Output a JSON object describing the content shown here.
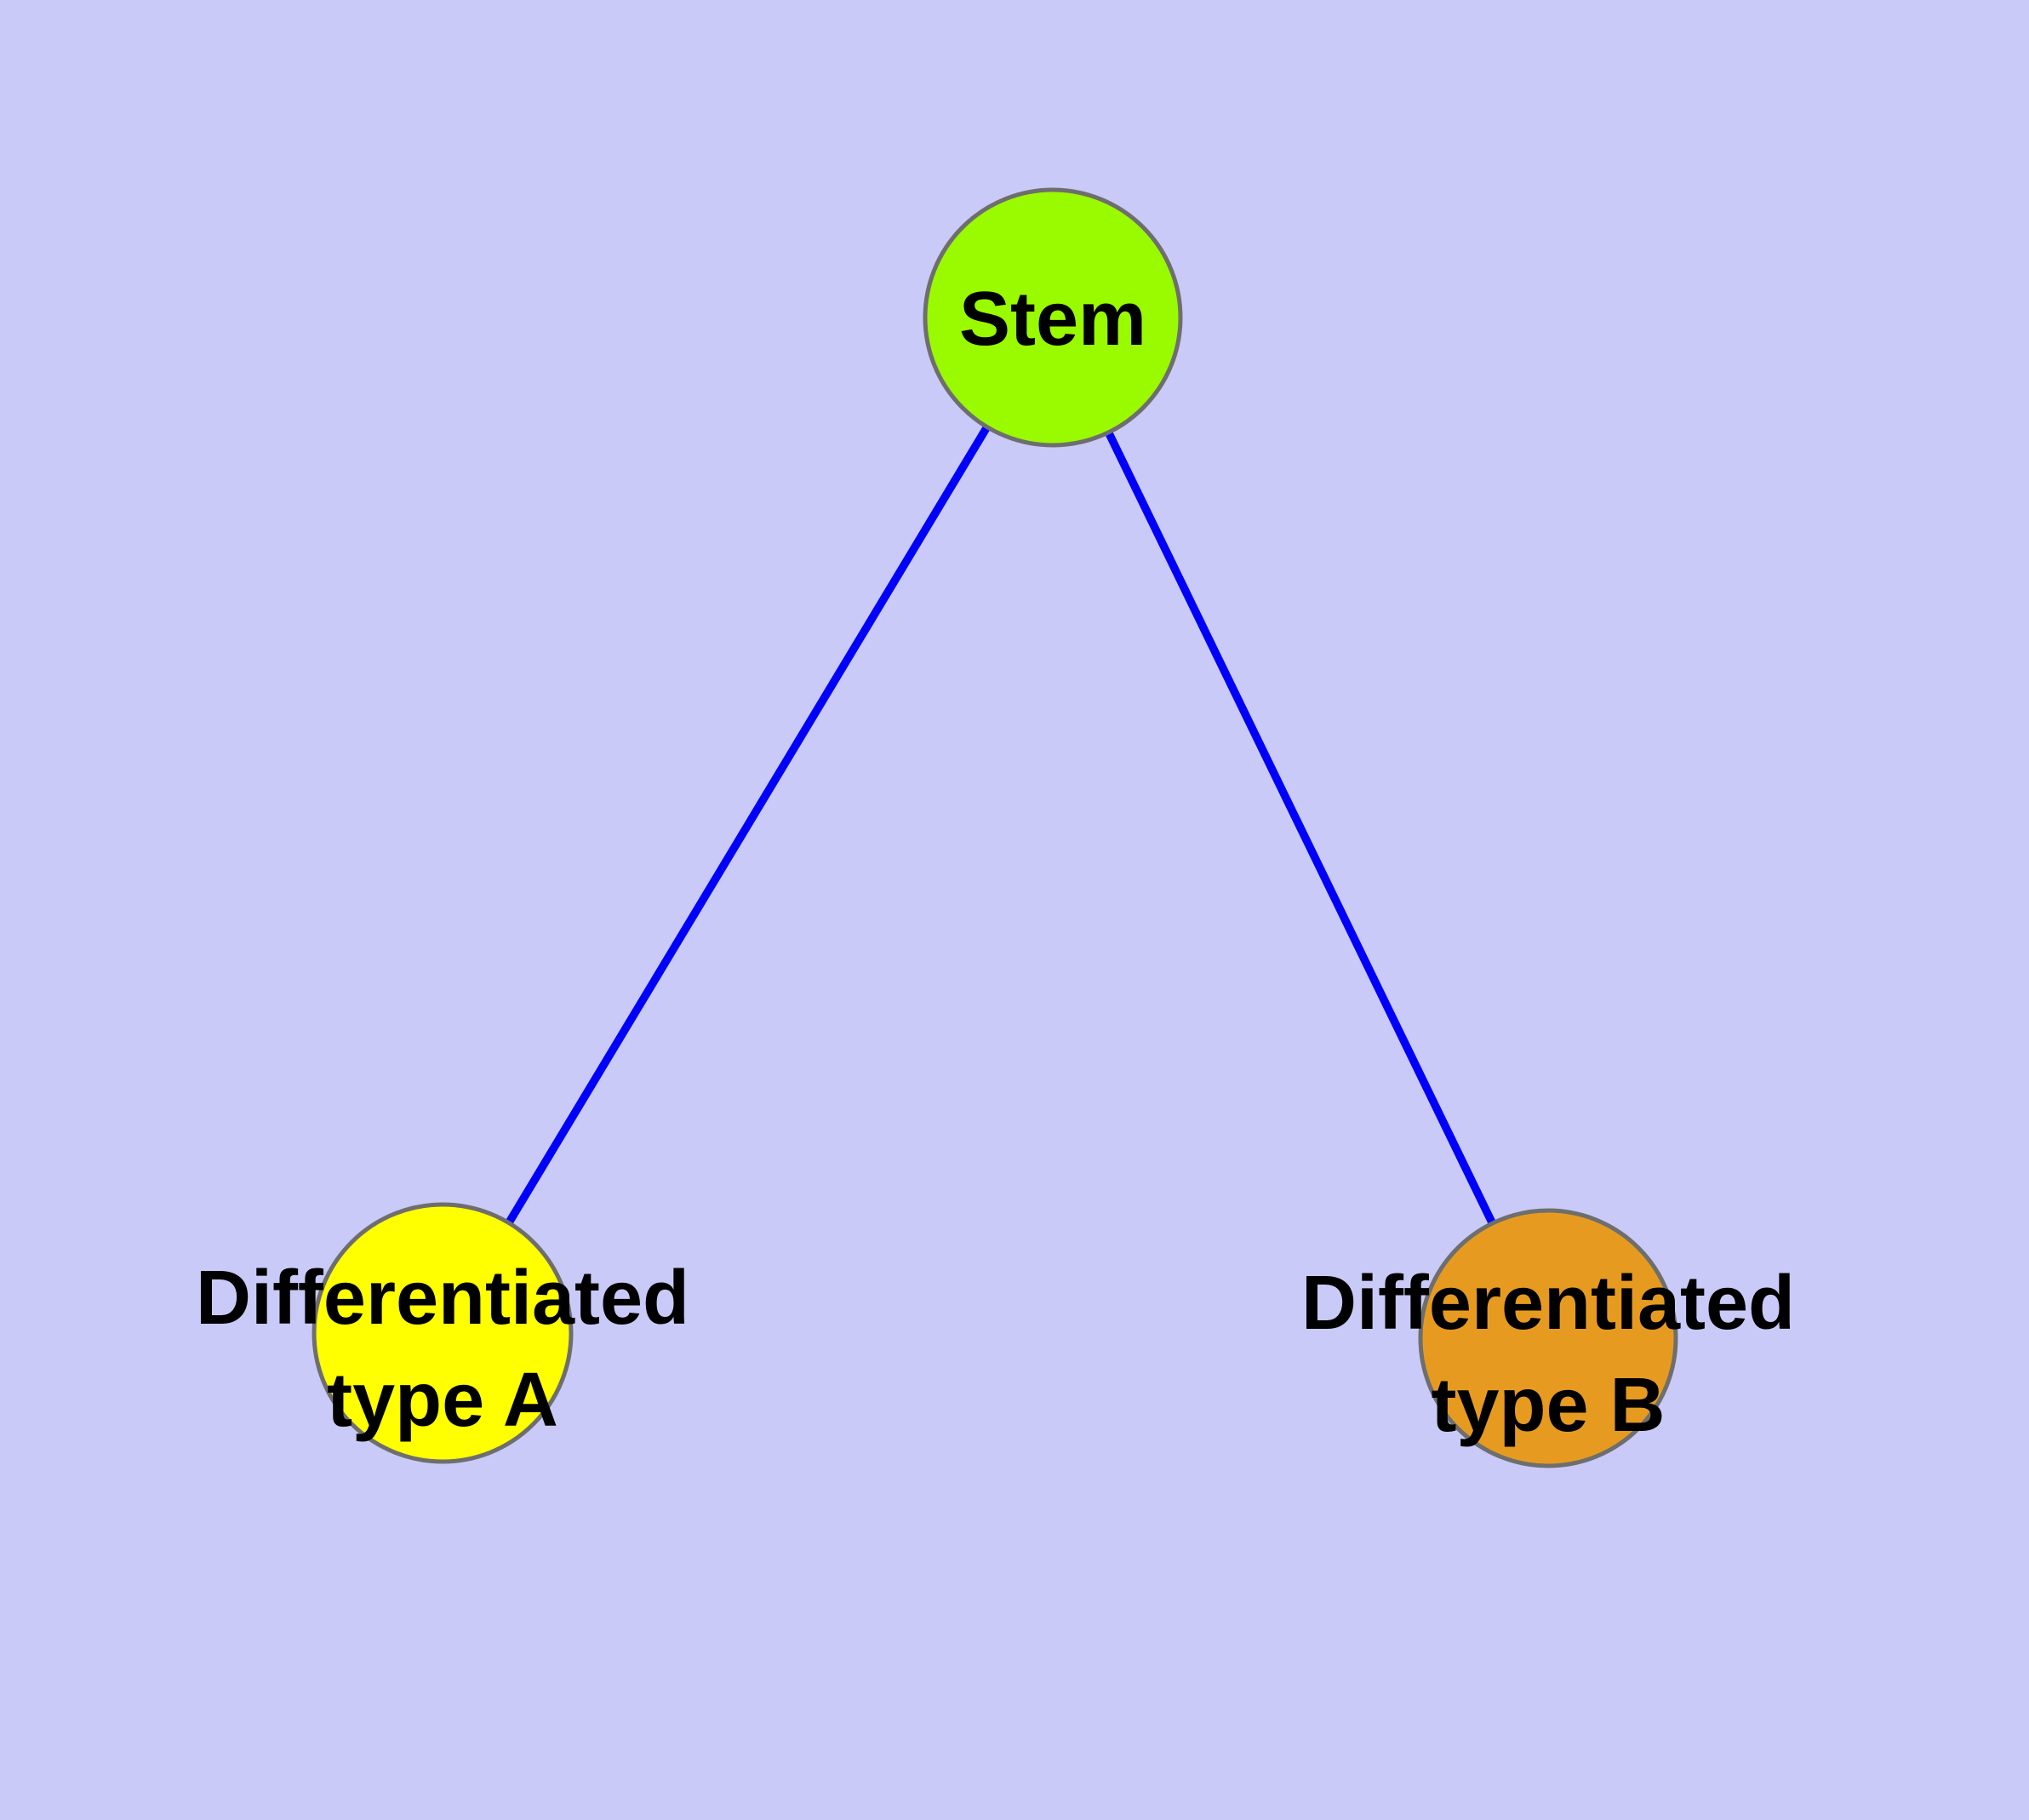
{
  "diagram": {
    "background_color": "#CACAF8",
    "edge_color": "#0000FA",
    "node_border_color": "#6E6E6E",
    "text_color": "#000000",
    "nodes": [
      {
        "id": "stem",
        "label": "Stem",
        "fill": "#9AFA00"
      },
      {
        "id": "differentiated-type-a",
        "label_line1": "Differentiated",
        "label_line2": "type A",
        "fill": "#FFFF00"
      },
      {
        "id": "differentiated-type-b",
        "label_line1": "Differentiated",
        "label_line2": "type B",
        "fill": "#E69B20"
      }
    ],
    "edges": [
      {
        "from": "Stem",
        "to": "Differentiated type A"
      },
      {
        "from": "Stem",
        "to": "Differentiated type B"
      }
    ]
  }
}
